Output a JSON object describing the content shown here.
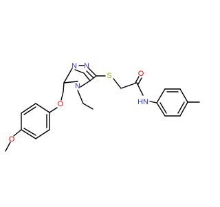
{
  "structure": {
    "atom_labels": {
      "n1": "N",
      "n2": "N",
      "n4": "N",
      "s": "S",
      "o_carbonyl": "O",
      "nh": "HN",
      "o_ether": "O",
      "o_methoxy": "O"
    },
    "colors": {
      "bond": "#000000",
      "nitrogen": "#3333ff",
      "sulfur": "#b2b200",
      "oxygen": "#ff0000"
    }
  }
}
